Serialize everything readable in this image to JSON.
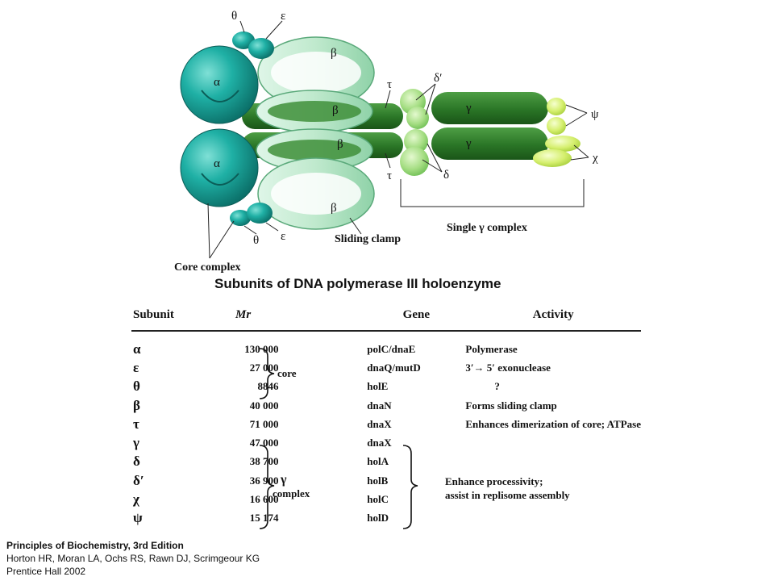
{
  "diagram": {
    "labels": {
      "theta_top": "θ",
      "epsilon_top": "ε",
      "beta_top": "β",
      "alpha_top": "α",
      "beta_inner_top": "β",
      "tau_top": "τ",
      "delta_prime": "δ′",
      "gamma_top": "γ",
      "psi": "ψ",
      "alpha_bottom": "α",
      "beta_inner_bottom": "β",
      "gamma_bottom": "γ",
      "tau_bottom": "τ",
      "delta": "δ",
      "chi": "χ",
      "beta_bottom": "β",
      "theta_bottom": "θ",
      "epsilon_bottom": "ε",
      "sliding_clamp": "Sliding clamp",
      "single_gamma_complex": "Single γ complex",
      "core_complex": "Core complex"
    },
    "colors": {
      "core_teal": "#1aa39a",
      "clamp_light": "#b9e8c8",
      "tau_dark": "#2f7d2b",
      "delta_light": "#9fdc7a",
      "psi_chi_yellow": "#d8f07a"
    }
  },
  "table": {
    "title": "Subunits of DNA polymerase III holoenzyme",
    "headers": {
      "subunit": "Subunit",
      "mr": "Mr",
      "gene": "Gene",
      "activity": "Activity"
    },
    "rows": [
      {
        "subunit": "α",
        "mr": "130 000",
        "gene": "polC/dnaE",
        "activity": "Polymerase"
      },
      {
        "subunit": "ε",
        "mr": "27 000",
        "gene": "dnaQ/mutD",
        "activity": "3′→ 5′ exonuclease"
      },
      {
        "subunit": "θ",
        "mr": "8846",
        "gene": "holE",
        "activity": "?"
      },
      {
        "subunit": "β",
        "mr": "40 000",
        "gene": "dnaN",
        "activity": "Forms sliding clamp"
      },
      {
        "subunit": "τ",
        "mr": "71 000",
        "gene": "dnaX",
        "activity": "Enhances dimerization of core; ATPase"
      },
      {
        "subunit": "γ",
        "mr": "47 000",
        "gene": "dnaX",
        "activity": ""
      },
      {
        "subunit": "δ",
        "mr": "38 700",
        "gene": "holA",
        "activity": ""
      },
      {
        "subunit": "δ′",
        "mr": "36 900",
        "gene": "holB",
        "activity": ""
      },
      {
        "subunit": "χ",
        "mr": "16 600",
        "gene": "holC",
        "activity": ""
      },
      {
        "subunit": "ψ",
        "mr": "15 174",
        "gene": "holD",
        "activity": ""
      }
    ],
    "groups": {
      "core": "core",
      "gamma_symbol": "γ",
      "gamma_word": "complex",
      "gamma_activity_line1": "Enhance processivity;",
      "gamma_activity_line2": "assist in replisome assembly"
    }
  },
  "credit": {
    "book": "Principles of Biochemistry, 3rd Edition",
    "authors": "Horton HR, Moran LA, Ochs RS, Rawn DJ, Scrimgeour KG",
    "publisher": "Prentice Hall 2002"
  }
}
